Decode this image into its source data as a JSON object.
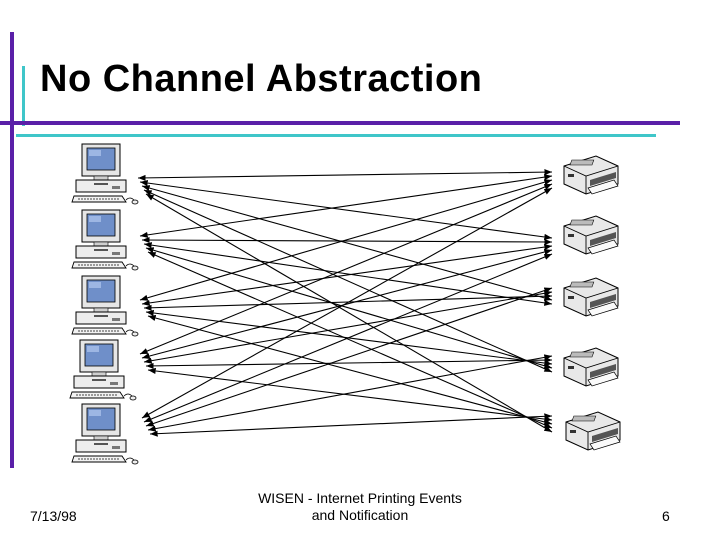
{
  "slide": {
    "title": "No Channel Abstraction",
    "accent_primary": "#5a1fa8",
    "accent_secondary": "#3fc6c9"
  },
  "diagram": {
    "computers": [
      "computer-1",
      "computer-2",
      "computer-3",
      "computer-4",
      "computer-5"
    ],
    "printers": [
      "printer-1",
      "printer-2",
      "printer-3",
      "printer-4",
      "printer-5"
    ],
    "connection": "every computer linked to every printer with double-headed arrows"
  },
  "footer": {
    "date": "7/13/98",
    "center_line1": "WISEN - Internet  Printing Events",
    "center_line2": "and Notification",
    "page": "6"
  }
}
